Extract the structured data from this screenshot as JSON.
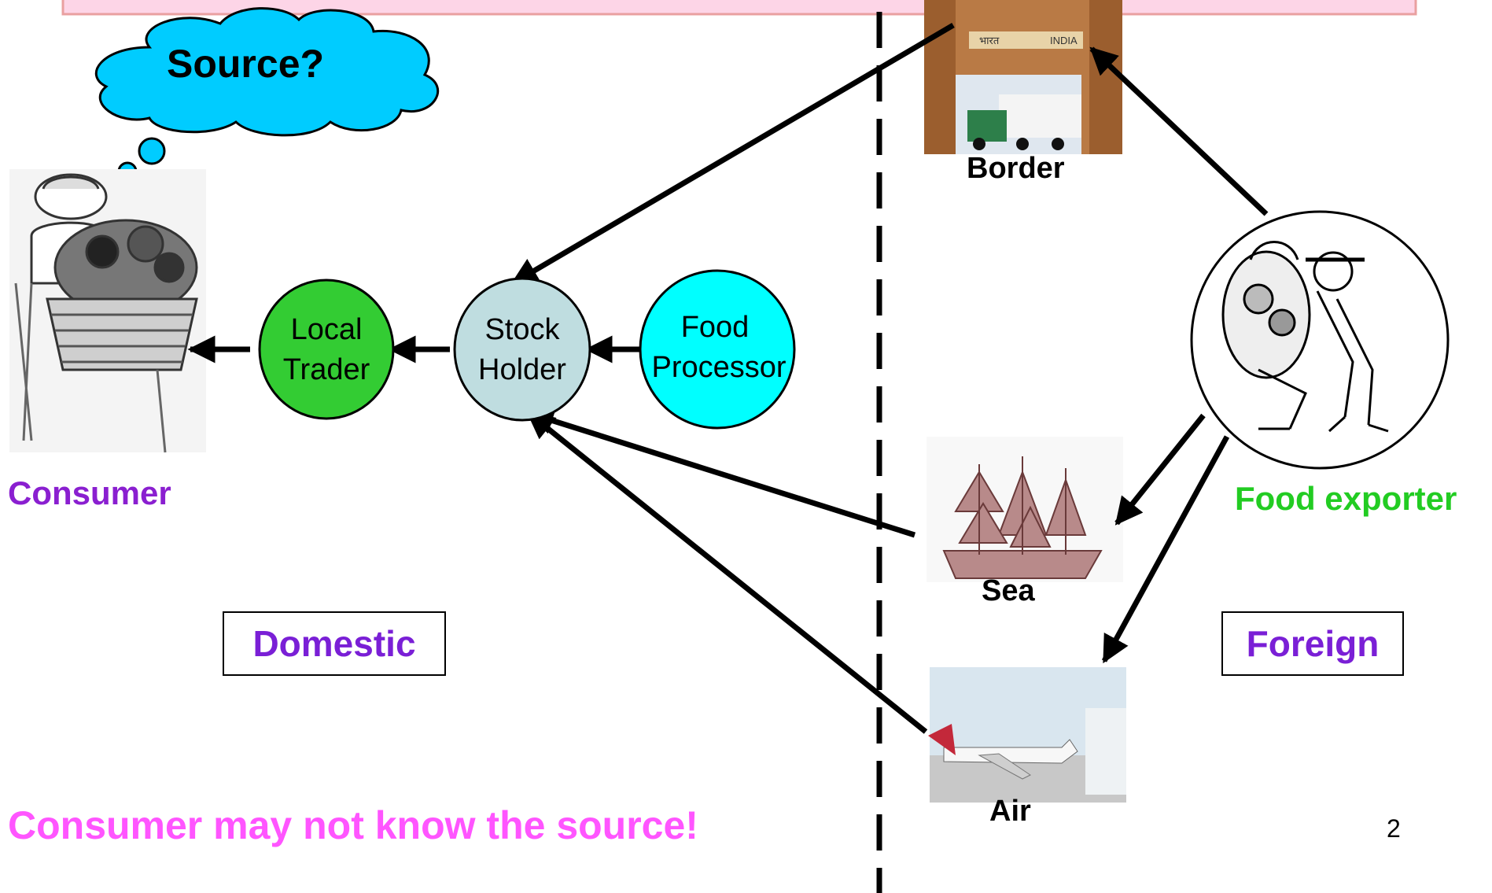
{
  "thought_bubble": {
    "text": "Source?"
  },
  "nodes": {
    "local_trader": {
      "line1": "Local",
      "line2": "Trader"
    },
    "stock_holder": {
      "line1": "Stock",
      "line2": "Holder"
    },
    "food_processor": {
      "line1": "Food",
      "line2": "Processor"
    }
  },
  "labels": {
    "consumer": "Consumer",
    "food_exporter": "Food exporter",
    "border": "Border",
    "sea": "Sea",
    "air": "Air",
    "border_sign_left": "भारत",
    "border_sign_right": "INDIA"
  },
  "regions": {
    "domestic": "Domestic",
    "foreign": "Foreign"
  },
  "footer": {
    "message": "Consumer may not know the source!"
  },
  "page_number": "2",
  "colors": {
    "header_bar": "#fdd5e7",
    "header_border": "#e9a0a0",
    "bubble": "#00ccff",
    "local_trader": "#33cc33",
    "stock_holder": "#bfdde0",
    "food_processor": "#00ffff",
    "purple_label": "#8a1fd0",
    "green_label": "#22cc22",
    "pink_message": "#ff55ff"
  },
  "icons": {
    "consumer": "consumer-with-basket-illustration",
    "exporter": "farmer-carrying-produce-illustration",
    "border": "border-gate-truck-photo",
    "sea": "sailing-ship-illustration",
    "air": "airliner-photo"
  }
}
